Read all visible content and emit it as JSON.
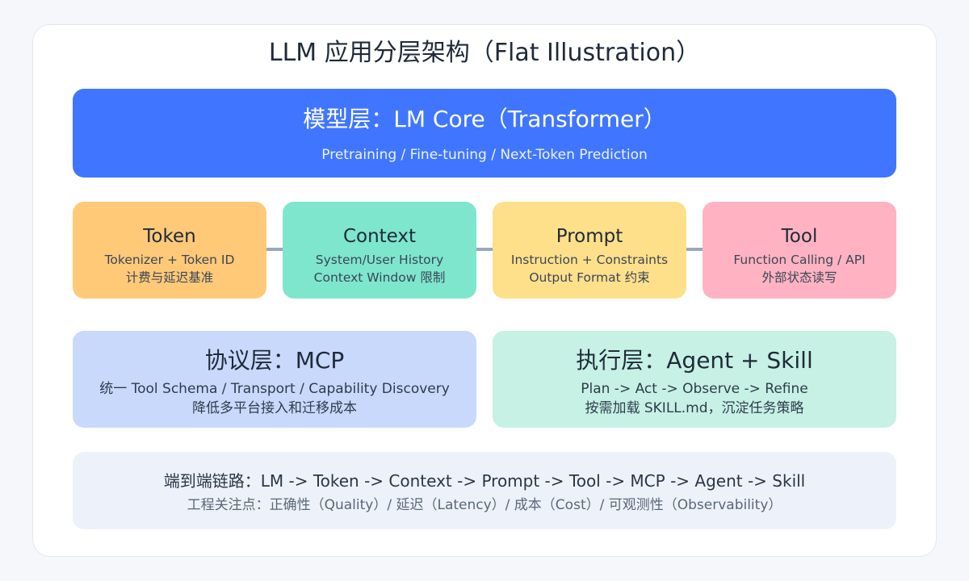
{
  "title": "LLM 应用分层架构（Flat Illustration）",
  "model_layer": {
    "heading": "模型层：LM Core（Transformer）",
    "subtitle": "Pretraining / Fine-tuning / Next-Token Prediction",
    "color": "#4076ff"
  },
  "components": [
    {
      "name": "Token",
      "line1": "Tokenizer + Token ID",
      "line2": "计费与延迟基准",
      "color": "#ffc978"
    },
    {
      "name": "Context",
      "line1": "System/User History",
      "line2": "Context Window 限制",
      "color": "#7ee6cd"
    },
    {
      "name": "Prompt",
      "line1": "Instruction + Constraints",
      "line2": "Output Format 约束",
      "color": "#ffe08a"
    },
    {
      "name": "Tool",
      "line1": "Function Calling / API",
      "line2": "外部状态读写",
      "color": "#ffb3c2"
    }
  ],
  "protocol_layer": {
    "heading": "协议层：MCP",
    "line1": "统一 Tool Schema / Transport / Capability Discovery",
    "line2": "降低多平台接入和迁移成本",
    "color": "#c9d9fb"
  },
  "execution_layer": {
    "heading": "执行层：Agent + Skill",
    "line1": "Plan -> Act -> Observe -> Refine",
    "line2": "按需加载 SKILL.md，沉淀任务策略",
    "color": "#c6f1e4"
  },
  "chain": {
    "heading": "端到端链路：LM -> Token -> Context -> Prompt -> Tool -> MCP -> Agent -> Skill",
    "focus": "工程关注点：正确性（Quality）/ 延迟（Latency）/ 成本（Cost）/ 可观测性（Observability）"
  }
}
